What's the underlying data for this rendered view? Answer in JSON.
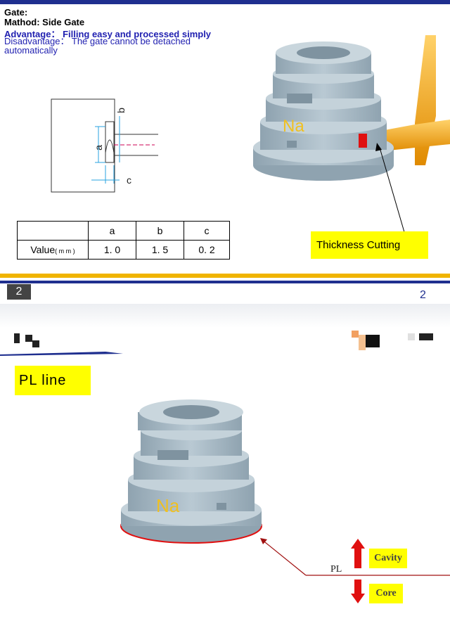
{
  "slide1": {
    "gate_title": "Gate:",
    "method": "Mathod: Side  Gate",
    "advantage": "Advantage：  Filling  easy  and  processed  simply",
    "disadvantage": "Disadvantage：  The  gate  cannot  be  detached automatically",
    "diagram_labels": {
      "a": "a",
      "b": "b",
      "c": "c"
    },
    "table": {
      "headers": [
        "",
        "a",
        "b",
        "c"
      ],
      "row_label": "Value",
      "row_unit": "( m m )",
      "values": [
        "1. 0",
        "1. 5",
        "0. 2"
      ]
    },
    "part_mark": "Na",
    "callout": "Thickness  Cutting"
  },
  "page_indicator": {
    "left": "2",
    "right": "2"
  },
  "slide2": {
    "title": "PL line",
    "part_mark": "Na",
    "pl_label": "PL",
    "cavity": "Cavity",
    "core": "Core"
  },
  "colors": {
    "navy": "#1f2f8f",
    "gold": "#f0b400",
    "label_yellow": "#ffff00",
    "part_gray": "#a4b6c2",
    "arrow_red": "#e01010",
    "nozzle_orange": "#f2a51a"
  }
}
